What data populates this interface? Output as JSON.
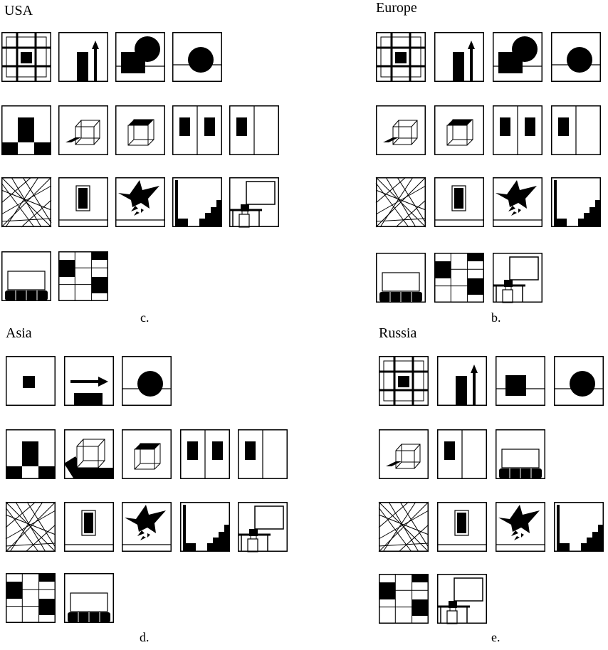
{
  "panels": [
    {
      "id": "usa",
      "title": "USA",
      "caption": "c.",
      "rows": [
        [
          "grid-center",
          "bar-arrow",
          "square-circle",
          "circle-on-line"
        ],
        [
          "pyramid-blocks",
          "cube-shadow",
          "cube-dark-top",
          "two-rects",
          "one-rect"
        ],
        [
          "crossed-lines",
          "framed-rect",
          "burst",
          "stair-corner",
          "desk-board"
        ],
        [
          "bench-board",
          "checker-3x3"
        ]
      ]
    },
    {
      "id": "europe",
      "title": "Europe",
      "caption": "b.",
      "rows": [
        [
          "grid-center",
          "bar-arrow",
          "square-circle",
          "circle-on-line"
        ],
        [
          "cube-shadow",
          "cube-dark-top",
          "two-rects",
          "one-rect"
        ],
        [
          "crossed-lines",
          "framed-rect",
          "burst",
          "stair-corner"
        ],
        [
          "bench-board",
          "checker-3x3",
          "desk-board"
        ]
      ]
    },
    {
      "id": "asia",
      "title": "Asia",
      "caption": "d.",
      "rows": [
        [
          "small-square",
          "arrow-block",
          "circle-on-line"
        ],
        [
          "pyramid-blocks",
          "cube-wide-shadow",
          "cube-dark-top",
          "two-rects",
          "one-rect"
        ],
        [
          "crossed-lines",
          "framed-rect",
          "burst",
          "stair-corner",
          "desk-board"
        ],
        [
          "checker-3x3",
          "bench-board"
        ]
      ]
    },
    {
      "id": "russia",
      "title": "Russia",
      "caption": "e.",
      "rows": [
        [
          "grid-center",
          "bar-arrow",
          "square-on-line",
          "circle-on-line"
        ],
        [
          "cube-shadow",
          "one-rect",
          "bench-board"
        ],
        [
          "crossed-lines",
          "framed-rect",
          "burst",
          "stair-corner"
        ],
        [
          "checker-3x3",
          "desk-board"
        ]
      ]
    }
  ]
}
